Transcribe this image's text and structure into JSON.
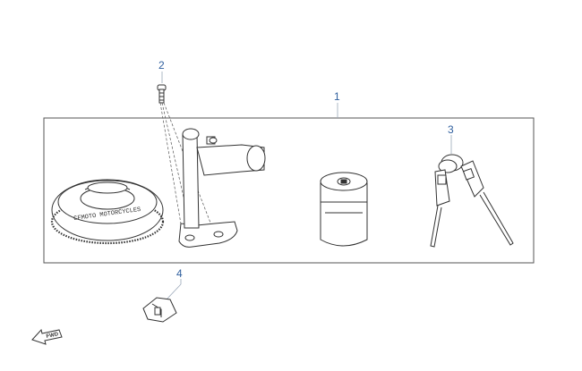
{
  "diagram": {
    "callouts": [
      {
        "id": "1",
        "label": "1"
      },
      {
        "id": "2",
        "label": "2"
      },
      {
        "id": "3",
        "label": "3"
      },
      {
        "id": "4",
        "label": "4"
      }
    ],
    "cap_text": "CFMOTO MOTORCYCLES",
    "fwd_label": "FWD",
    "colors": {
      "line": "#333333",
      "callout": "#2f5f9e"
    }
  }
}
